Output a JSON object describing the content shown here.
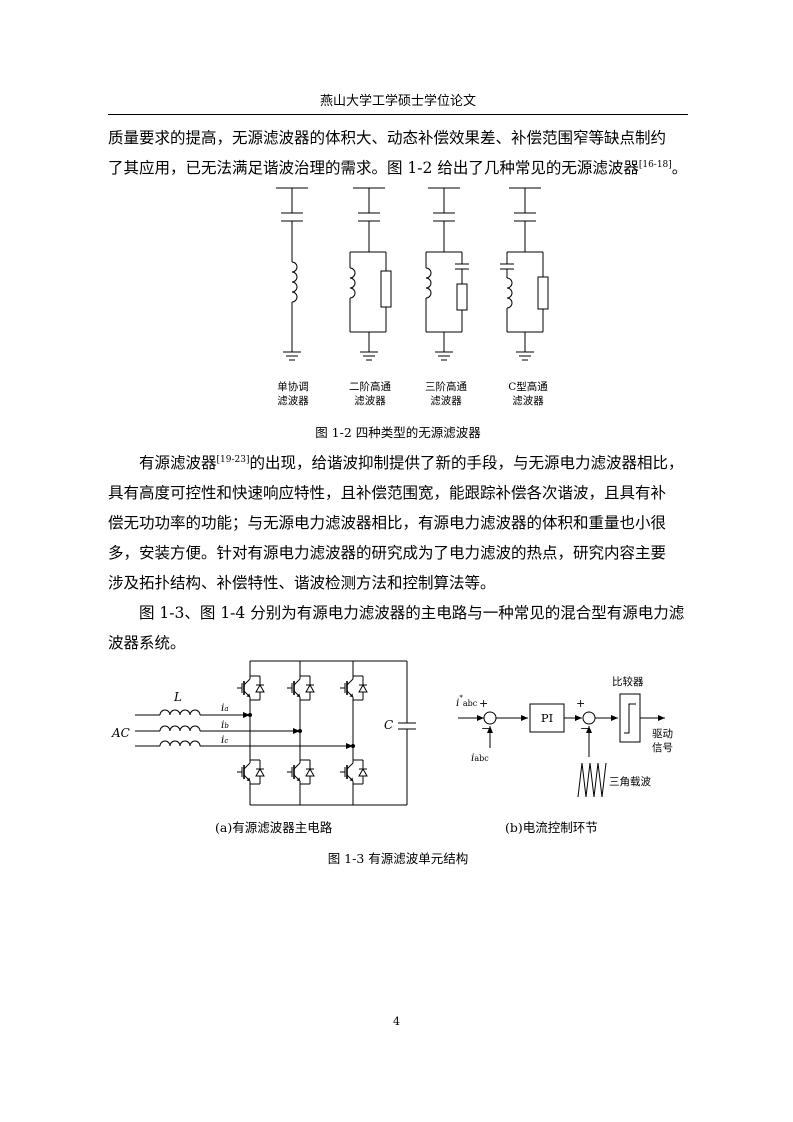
{
  "header": {
    "title": "燕山大学工学硕士学位论文"
  },
  "para1": {
    "line1": "质量要求的提高，无源滤波器的体积大、动态补偿效果差、补偿范围窄等缺点制约",
    "line2": "了其应用，已无法满足谐波治理的需求。图 1-2 给出了几种常见的无源滤波器",
    "line2_ref": "[16-18]",
    "line2_end": "。"
  },
  "figure12": {
    "labels": [
      {
        "line1": "单协调",
        "line2": "滤波器"
      },
      {
        "line1": "二阶高通",
        "line2": "滤波器"
      },
      {
        "line1": "三阶高通",
        "line2": "滤波器"
      },
      {
        "line1": "C型高通",
        "line2": "滤波器"
      }
    ],
    "caption": "图 1-2  四种类型的无源滤波器"
  },
  "para2": {
    "line1_start": "有源滤波器",
    "line1_ref": "[19-23]",
    "line1_end": "的出现，给谐波抑制提供了新的手段，与无源电力滤波器相比，",
    "line2": "具有高度可控性和快速响应特性，且补偿范围宽，能跟踪补偿各次谐波，且具有补",
    "line3": "偿无功功率的功能；与无源电力滤波器相比，有源电力滤波器的体积和重量也小很",
    "line4": "多，安装方便。针对有源电力滤波器的研究成为了电力滤波的热点，研究内容主要",
    "line5": "涉及拓扑结构、补偿特性、谐波检测方法和控制算法等。"
  },
  "para3": {
    "line1": "图 1-3、图 1-4 分别为有源电力滤波器的主电路与一种常见的混合型有源电力滤",
    "line2": "波器系统。"
  },
  "figure13": {
    "inductor_label": "L",
    "source_label": "AC",
    "current_a": "i",
    "current_a_sub": "a",
    "current_b": "i",
    "current_b_sub": "b",
    "current_c": "i",
    "current_c_sub": "c",
    "cap_label": "C",
    "ref_current": "i",
    "ref_current_sup": "*",
    "ref_current_sub": "abc",
    "fb_current": "i",
    "fb_current_sub": "abc",
    "pi_label": "PI",
    "comparator_label": "比较器",
    "drive_line1": "驱动",
    "drive_line2": "信号",
    "carrier_label": "三角载波",
    "plus1": "+",
    "minus1": "−",
    "plus2": "+",
    "minus2": "−",
    "sub_a": "(a)有源滤波器主电路",
    "sub_b": "(b)电流控制环节",
    "caption": "图  1-3  有源滤波单元结构"
  },
  "page_number": "4"
}
